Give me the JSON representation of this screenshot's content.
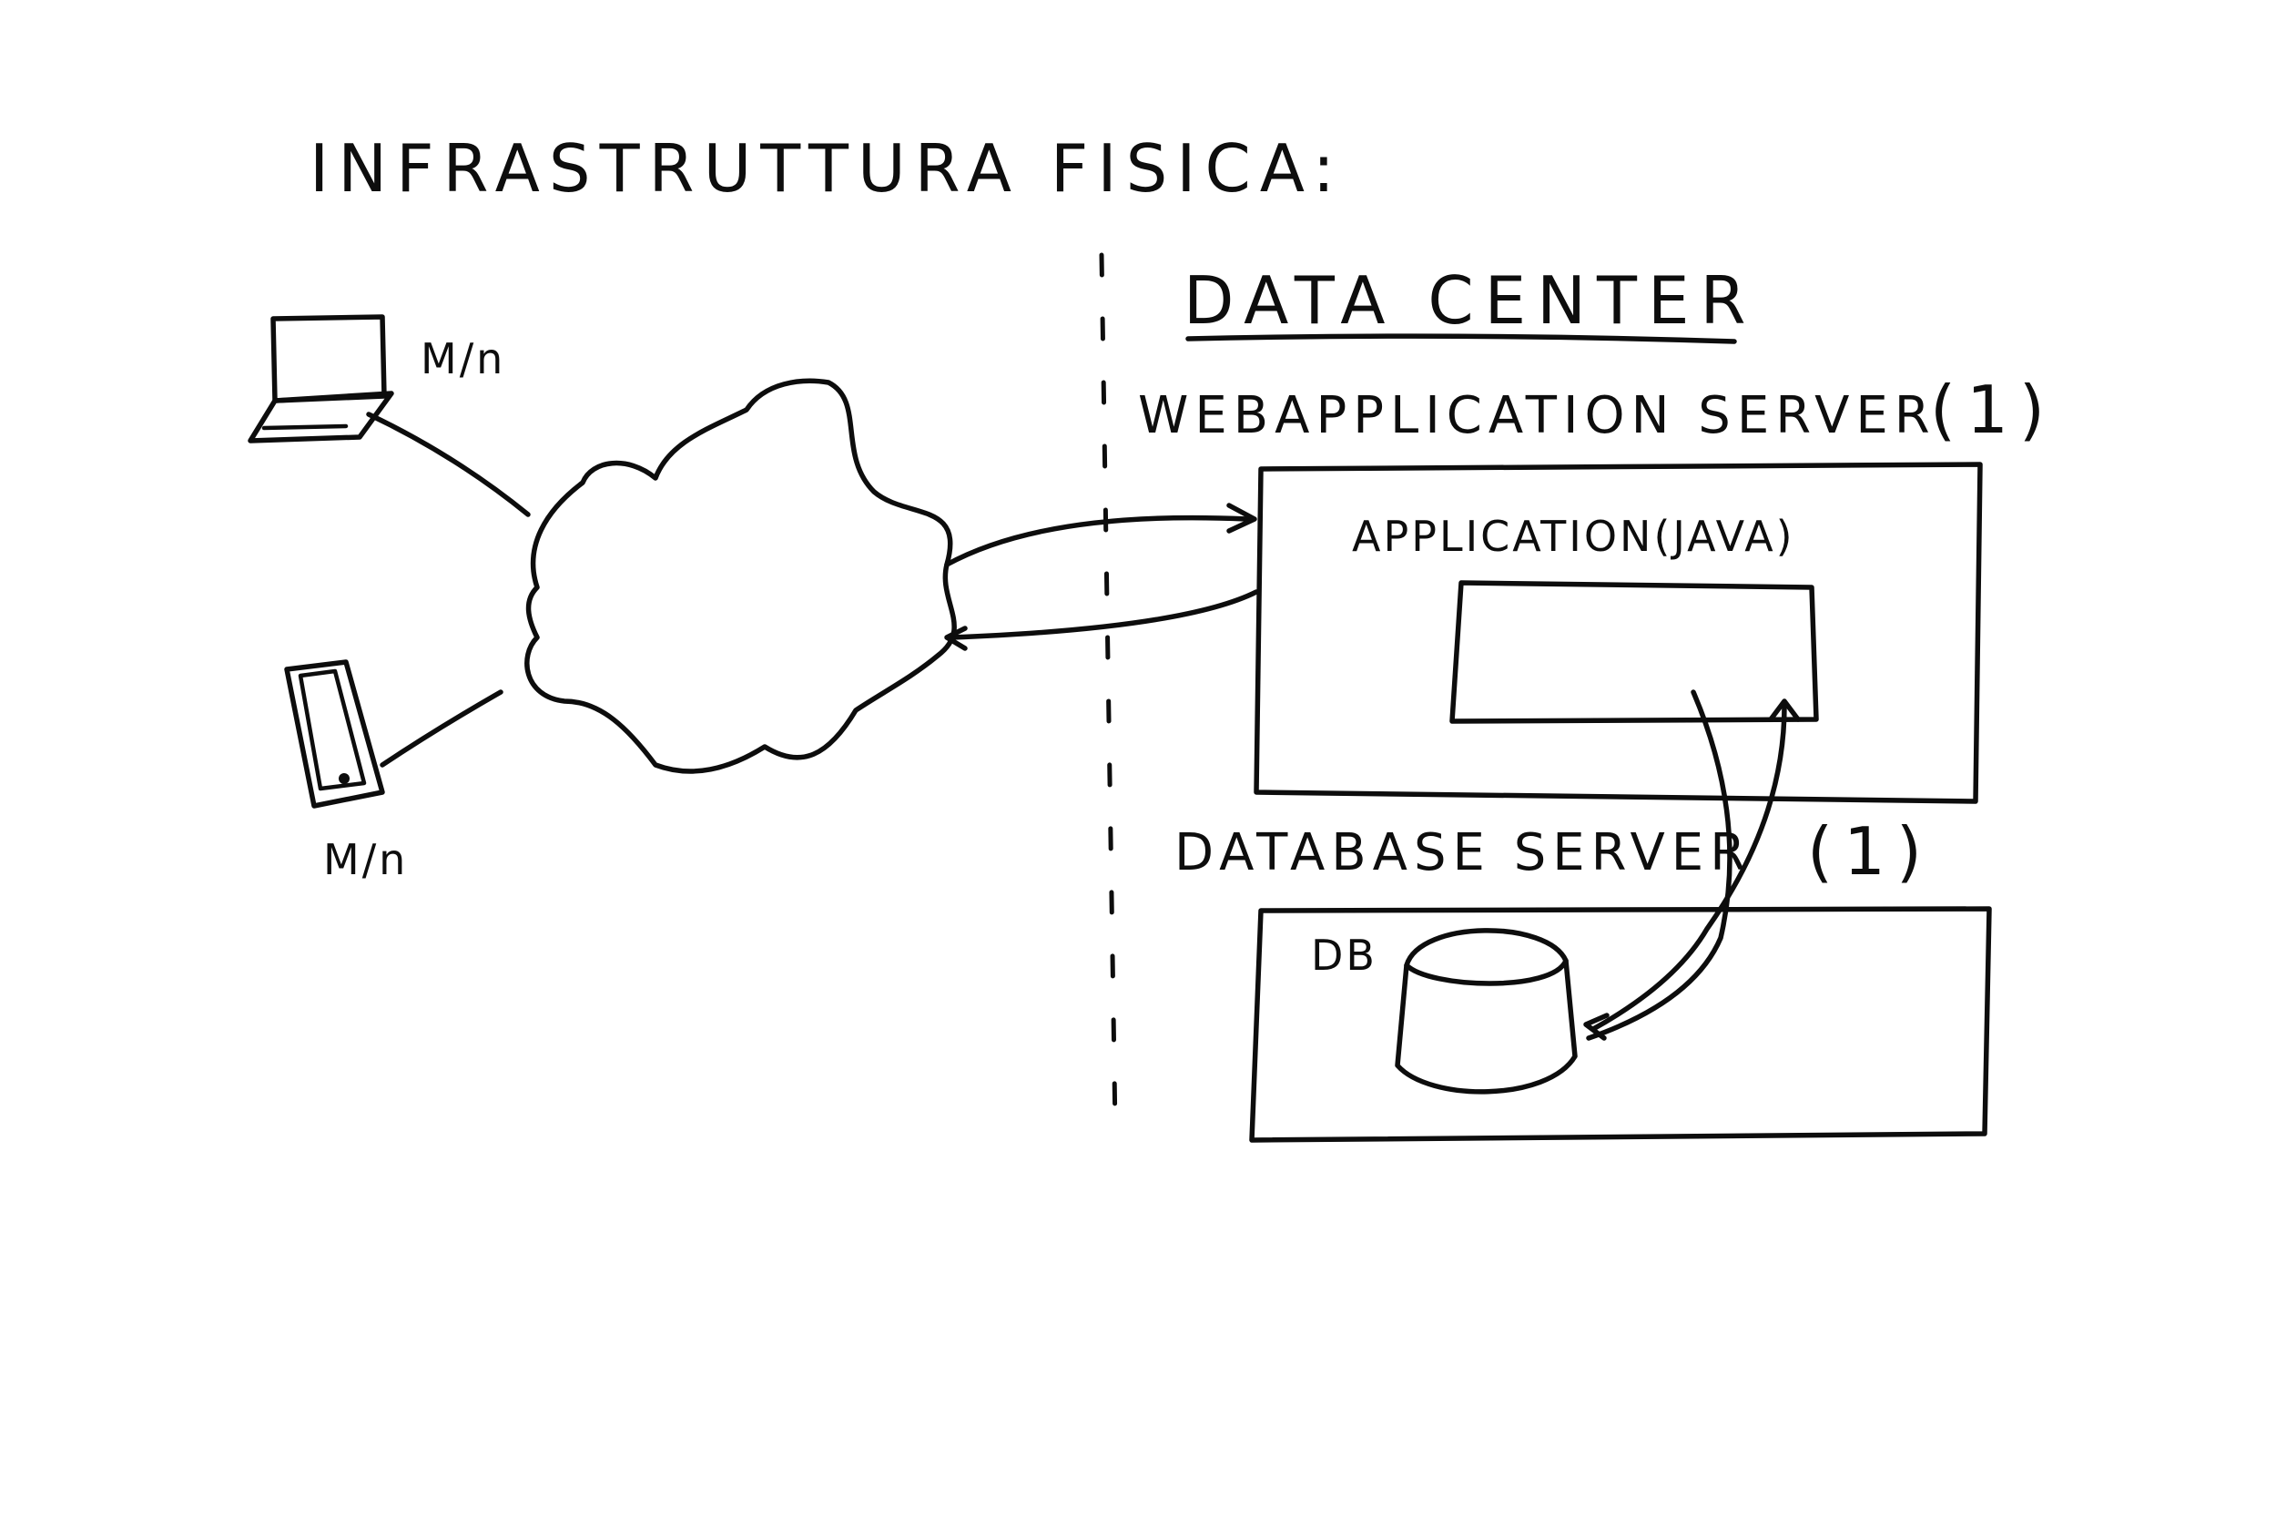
{
  "title": "INFRASTRUTTURA FISICA:",
  "clients": {
    "laptop_label": "M/n",
    "mobile_label": "M/n"
  },
  "data_center": {
    "heading": "DATA CENTER",
    "webapp_server": {
      "label": "WEBAPPLICATION SERVER",
      "count": "(1)",
      "application_label": "APPLICATION(JAVA)"
    },
    "database_server": {
      "label": "DATABASE SERVER",
      "count": "(1)",
      "db_label": "DB"
    }
  },
  "colors": {
    "ink": "#0d0d0d",
    "paper": "#ffffff"
  },
  "icons": [
    "laptop-icon",
    "mobile-phone-icon",
    "cloud-icon",
    "database-cylinder-icon"
  ]
}
